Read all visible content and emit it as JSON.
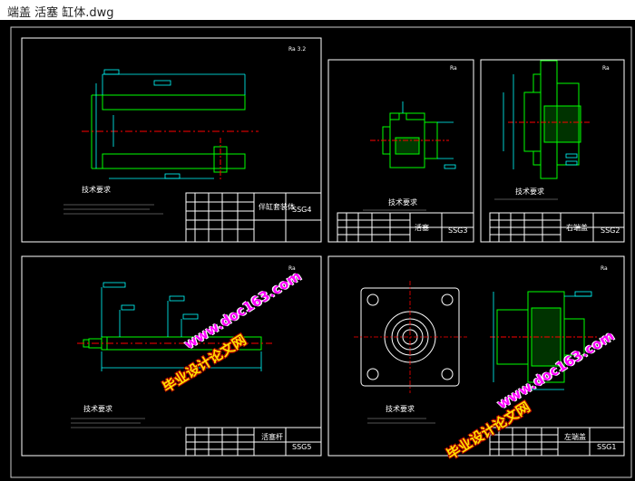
{
  "window": {
    "title": "端盖 活塞 缸体.dwg"
  },
  "colors": {
    "background": "#000000",
    "frame": "#ffffff",
    "part": "#00ff00",
    "dimension": "#00ffff",
    "centerline": "#ff0000",
    "watermark_text": "#ffe000",
    "watermark_url": "#ff00ff"
  },
  "sheets": {
    "cylinder": {
      "tech_title": "技术要求",
      "part_name": "伴缸套装体",
      "drawing_no": "SSG4"
    },
    "piston": {
      "tech_title": "技术要求",
      "part_name": "活塞",
      "drawing_no": "SSG3"
    },
    "end_cap": {
      "tech_title": "技术要求",
      "part_name": "右端盖",
      "drawing_no": "SSG2"
    },
    "rod": {
      "tech_title": "技术要求",
      "part_name": "活塞杆",
      "drawing_no": "SSG5"
    },
    "cover": {
      "tech_title": "技术要求",
      "part_name": "左端盖",
      "drawing_no": "SSG1"
    }
  },
  "watermarks": {
    "cn": "毕业设计论文网",
    "url": "www.doc163.com"
  }
}
